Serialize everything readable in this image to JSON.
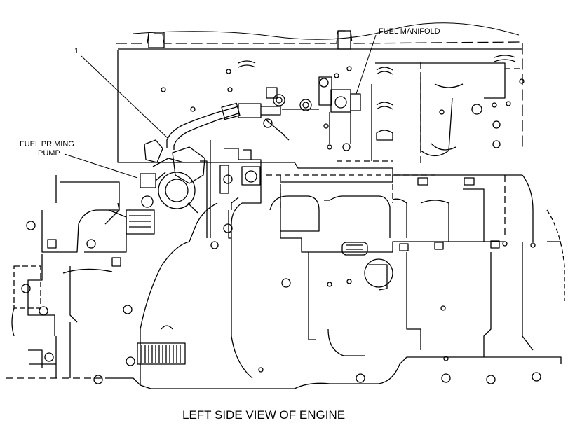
{
  "diagram": {
    "callout_number": "1",
    "label_fuel_manifold": "FUEL MANIFOLD",
    "label_priming_line1": "FUEL PRIMING",
    "label_priming_line2": "PUMP",
    "caption": "LEFT SIDE VIEW OF ENGINE"
  },
  "colors": {
    "line": "#000000",
    "background": "#ffffff"
  }
}
